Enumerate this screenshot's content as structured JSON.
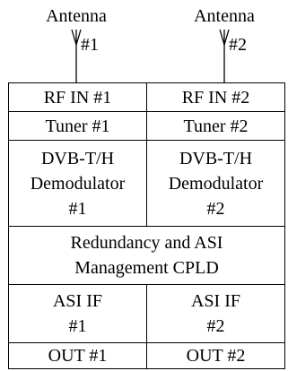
{
  "antennas": [
    {
      "title": "Antenna",
      "number": "#1"
    },
    {
      "title": "Antenna",
      "number": "#2"
    }
  ],
  "rows": {
    "rf_in": [
      "RF IN #1",
      "RF IN #2"
    ],
    "tuner": [
      "Tuner #1",
      "Tuner #2"
    ],
    "demod": [
      {
        "line1": "DVB-T/H",
        "line2": "Demodulator",
        "line3": "#1"
      },
      {
        "line1": "DVB-T/H",
        "line2": "Demodulator",
        "line3": "#2"
      }
    ],
    "cpld": {
      "line1": "Redundancy and ASI",
      "line2": "Management CPLD"
    },
    "asi_if": [
      {
        "line1": "ASI IF",
        "line2": "#1"
      },
      {
        "line1": "ASI IF",
        "line2": "#2"
      }
    ],
    "out": [
      "OUT #1",
      "OUT #2"
    ]
  }
}
